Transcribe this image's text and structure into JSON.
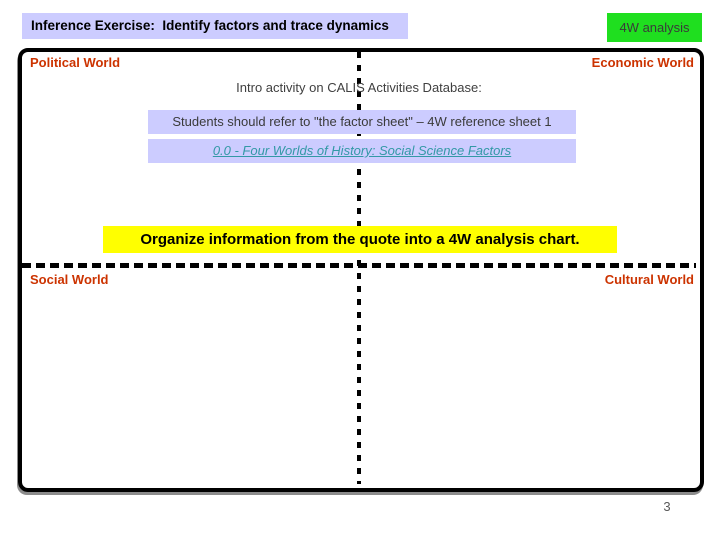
{
  "slide": {
    "title": "Inference Exercise:  Identify factors and trace dynamics",
    "corner_label": "4W analysis",
    "quadrants": {
      "top_left": "Political World",
      "top_right": "Economic World",
      "bottom_left": "Social World",
      "bottom_right": "Cultural World"
    },
    "intro_text": "Intro activity on CALIS Activities Database:",
    "note_text": "Students should refer to \"the factor sheet\" – 4W reference sheet 1",
    "link_text": "0.0 - Four Worlds of History: Social Science Factors",
    "instruction": "Organize information from the quote into a 4W analysis chart.",
    "page_number": "3",
    "colors": {
      "lavender": "#CCCCFF",
      "green": "#1FDF1F",
      "yellow": "#FFFF00",
      "quadrant_label": "#CC3300",
      "link": "#3399A6"
    }
  }
}
